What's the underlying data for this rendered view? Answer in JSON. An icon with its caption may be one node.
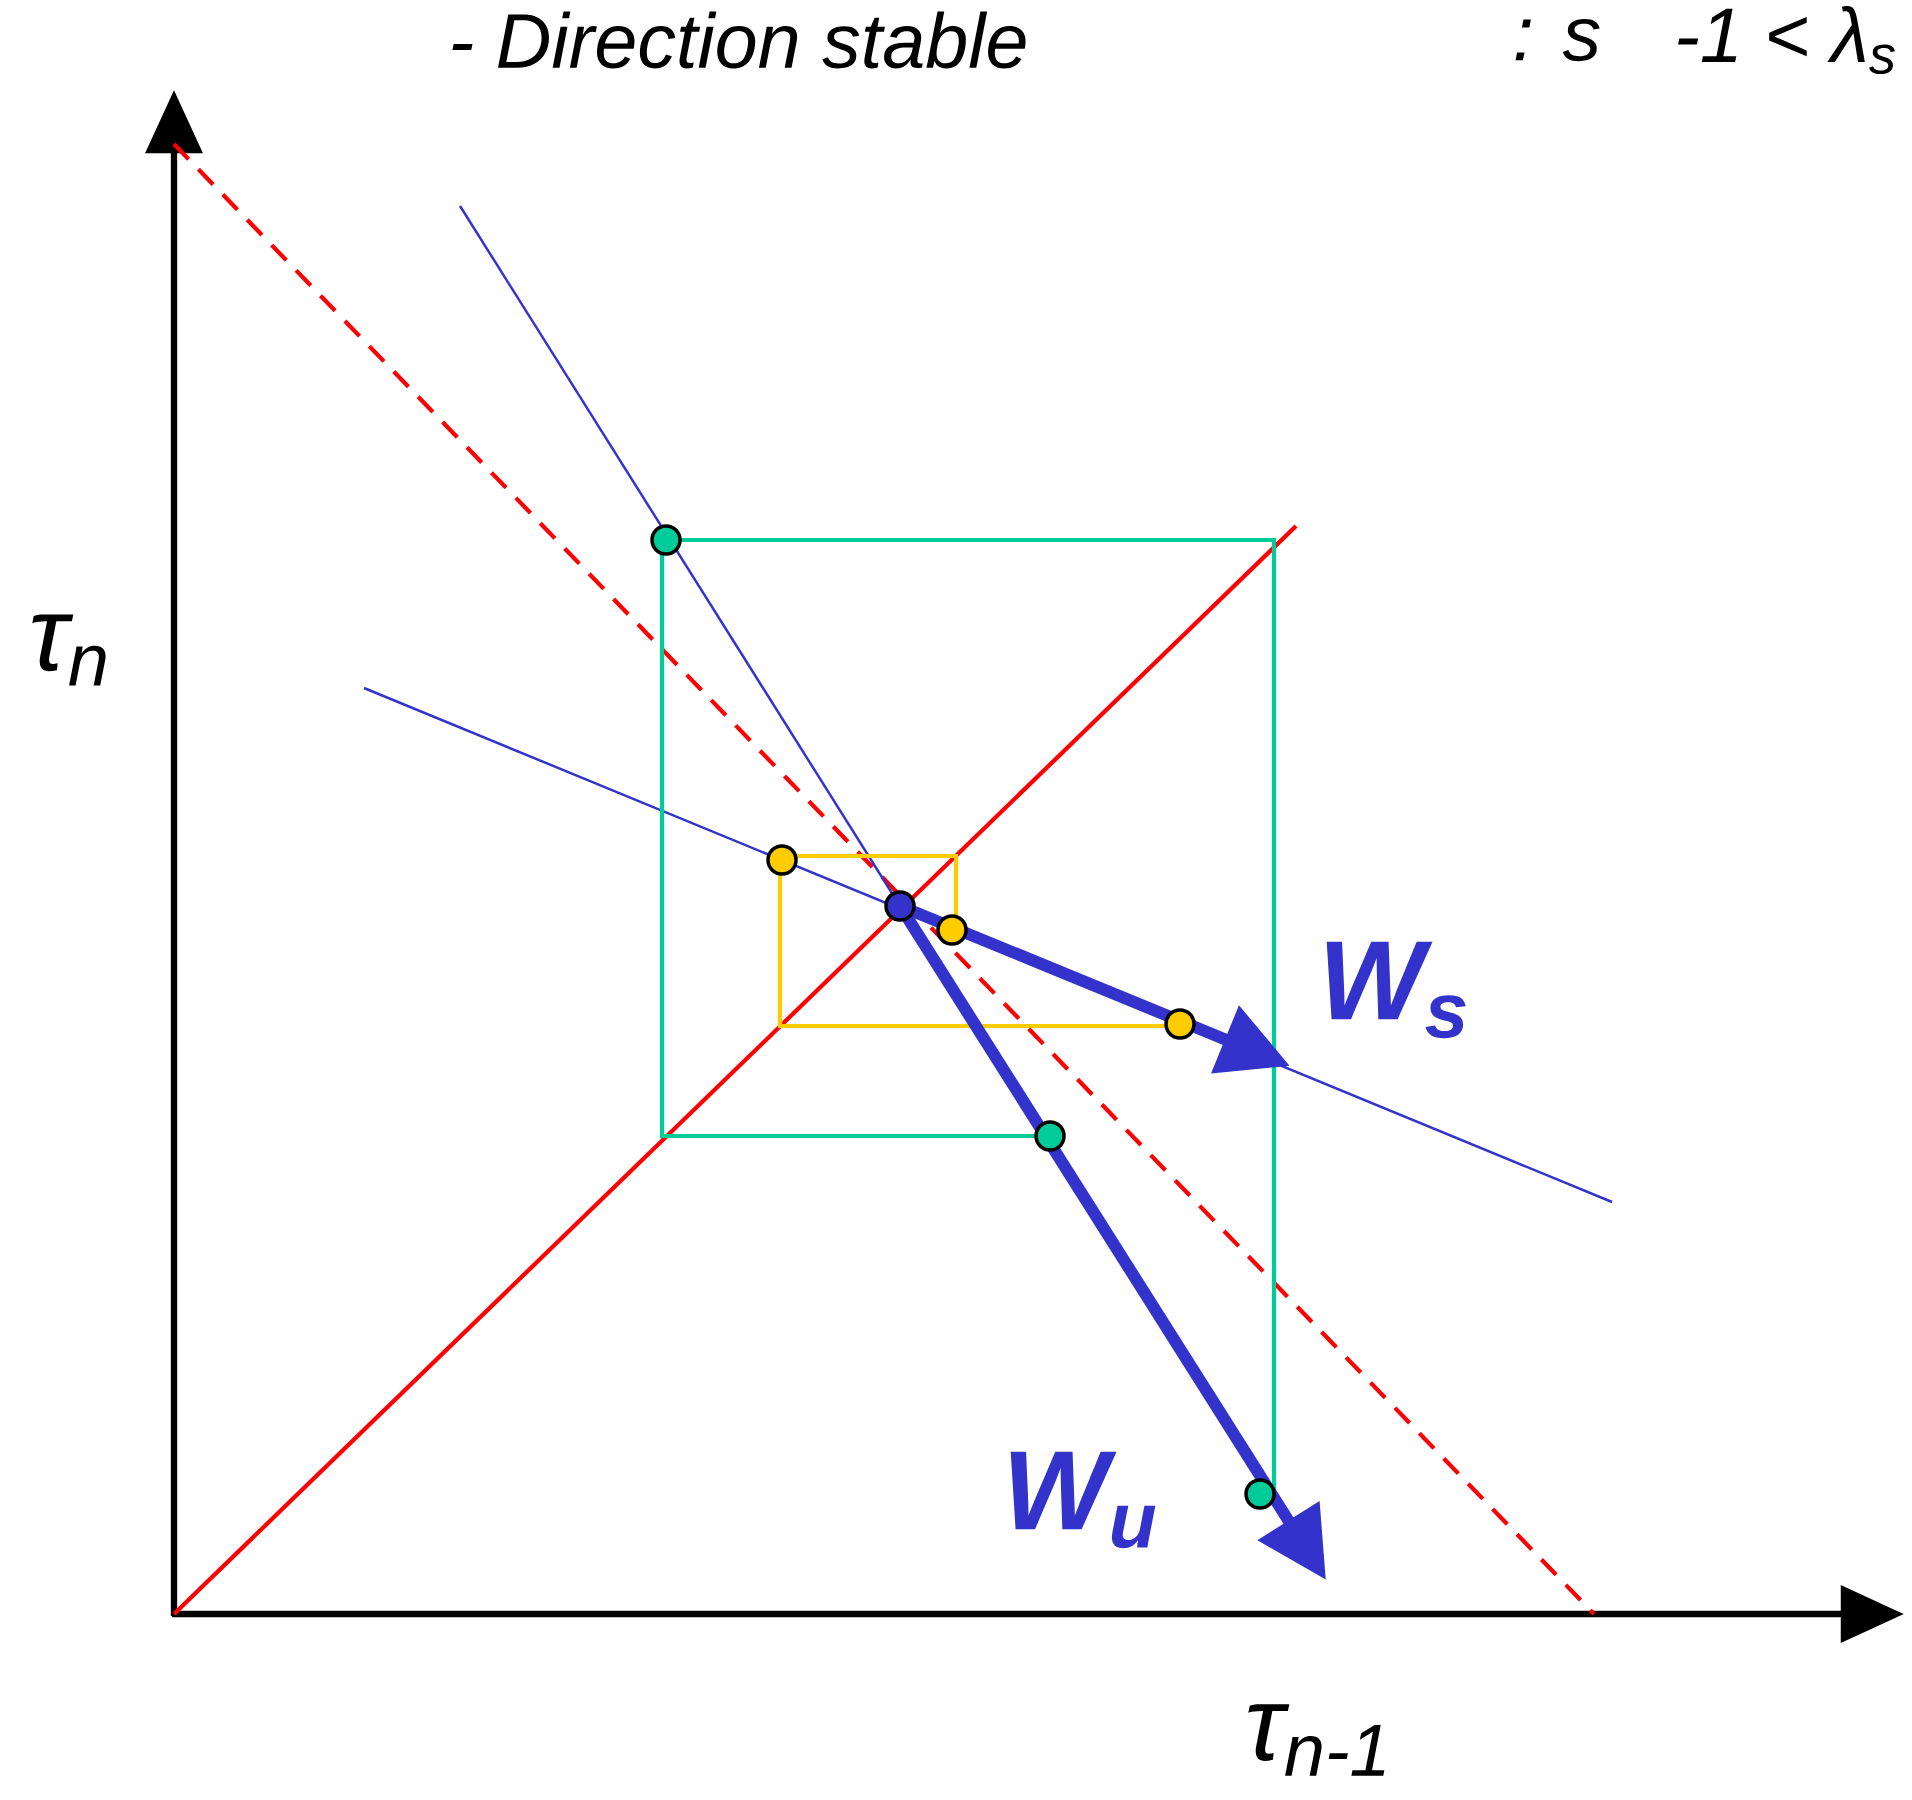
{
  "diagram": {
    "labels": [
      "- Direction stable",
      ": s",
      "-1 < λ$_{s}$",
      "τ$_{n}$",
      "W$_{s}$",
      "W$_{u}$",
      "τ$_{n-1}$"
    ]
  }
}
